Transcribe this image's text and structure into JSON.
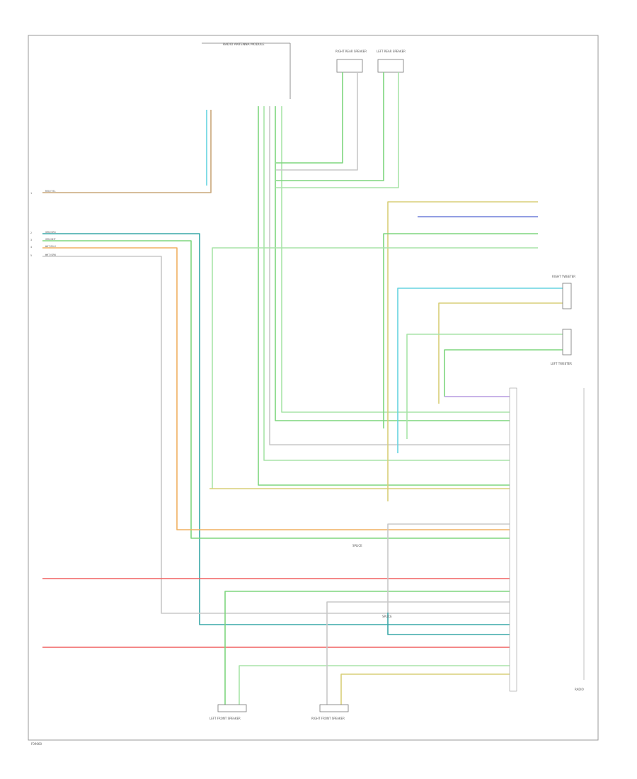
{
  "figure_id": "F09660",
  "top_connector": {
    "title": "RADIO ANTENNA MODULE"
  },
  "speakers_top": [
    {
      "name": "RIGHT REAR SPEAKER"
    },
    {
      "name": "LEFT REAR SPEAKER"
    }
  ],
  "labels": {
    "left_front_speaker": "LEFT FRONT SPEAKER",
    "right_front_speaker": "RIGHT FRONT SPEAKER",
    "radio": "RADIO",
    "left_tweeter": "LEFT TWEETER",
    "right_tweeter": "RIGHT TWEETER",
    "splice_a": "SPLICE",
    "splice_b": "SPLICE"
  },
  "left_inputs": [
    {
      "label": "1",
      "wire": "RED/YEL"
    },
    {
      "label": "2",
      "wire": "GRN/ORG"
    },
    {
      "label": "3",
      "wire": "GRN/WHT"
    },
    {
      "label": "4",
      "wire": "WHT/BLU"
    },
    {
      "label": "5",
      "wire": "WHT/GRN"
    }
  ],
  "colors": {
    "green": "#7ed67e",
    "light_green": "#a8e4a8",
    "red": "#f06060",
    "yellow": "#d8cf78",
    "orange": "#f0b060",
    "tan": "#c9a77a",
    "blue": "#6f7fd8",
    "cyan": "#66d4e0",
    "gray": "#c8c8c8",
    "teal": "#3aa8a8",
    "violet": "#b59ae0",
    "frame": "#9a9a9a"
  }
}
